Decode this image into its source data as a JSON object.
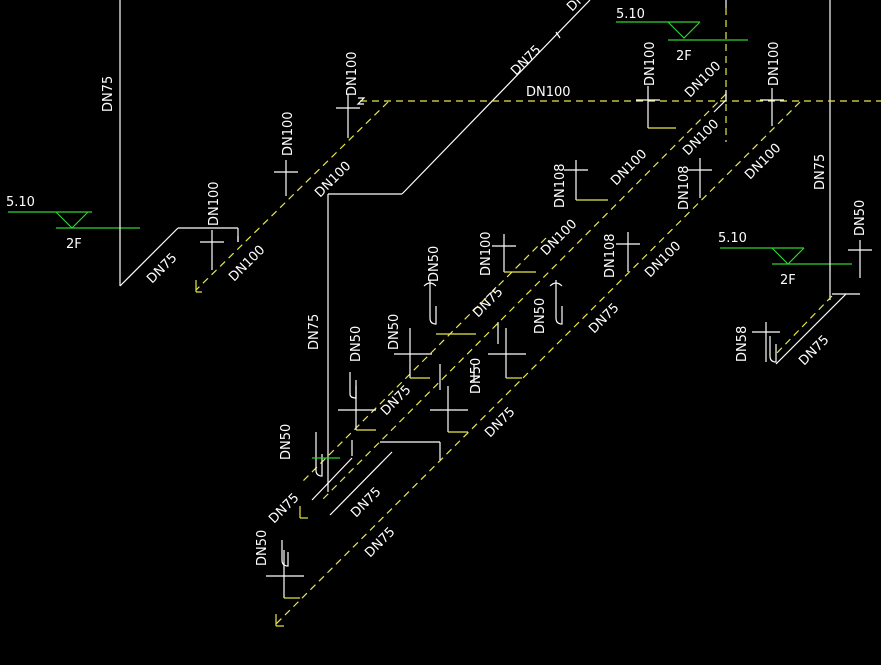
{
  "colors": {
    "background": "#000000",
    "pipe_white": "#ffffff",
    "pipe_yellow": "#e8e84a",
    "level_green": "#2fd12f"
  },
  "levels": [
    {
      "elev": "5.10",
      "floor": "2F"
    },
    {
      "elev": "5.10",
      "floor": "2F"
    },
    {
      "elev": "5.10",
      "floor": "2F"
    }
  ],
  "labels": {
    "dn75": "DN75",
    "dn100": "DN100",
    "dn50": "DN50",
    "dn100_alt": "DN108",
    "dn50_alt": "DN58"
  }
}
